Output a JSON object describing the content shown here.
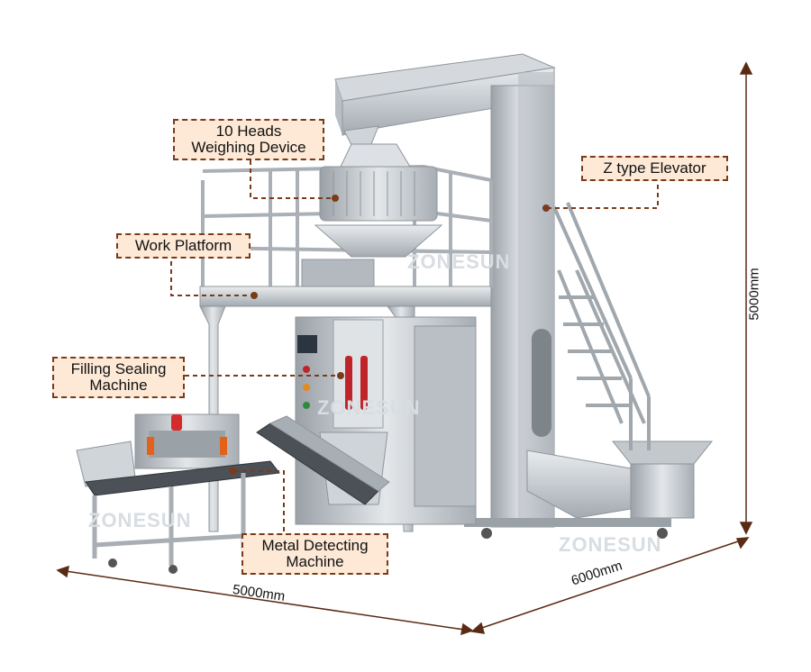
{
  "labels": {
    "weighing": [
      "10 Heads",
      "Weighing Device"
    ],
    "platform": "Work Platform",
    "elevator": "Z type Elevator",
    "filling": [
      "Filling Sealing",
      "Machine"
    ],
    "metal": [
      "Metal Detecting",
      "Machine"
    ]
  },
  "dimensions": {
    "height": "5000mm",
    "width": "5000mm",
    "depth": "6000mm"
  },
  "watermark": "ZONESUN",
  "colors": {
    "label_fill": "#fde9d6",
    "label_border": "#7a3a1c",
    "leader": "#7a3a1c",
    "dimension_line": "#5a2a14",
    "steel": "#c9ced3",
    "steel_dark": "#8e959b"
  }
}
